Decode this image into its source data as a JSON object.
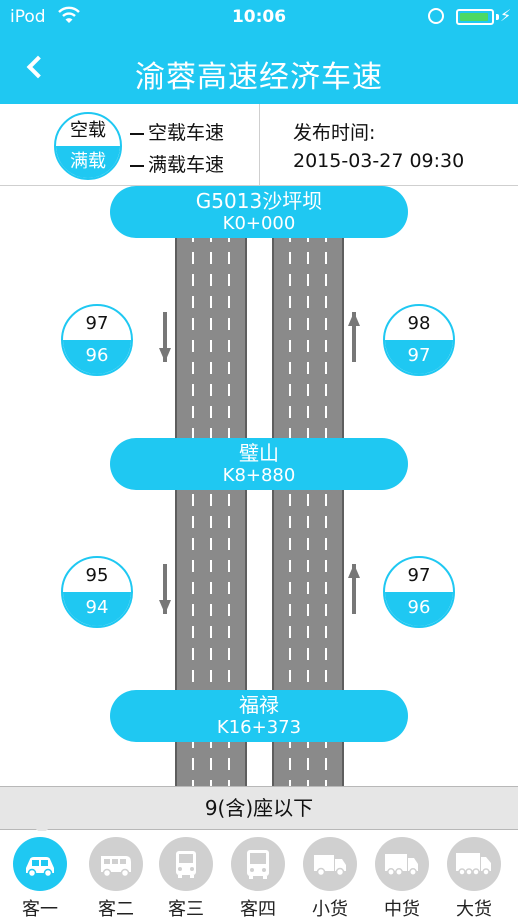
{
  "status_bar": {
    "device": "iPod",
    "time": "10:06"
  },
  "nav": {
    "title": "渝蓉高速经济车速"
  },
  "legend": {
    "badge_top": "空载",
    "badge_bottom": "满载",
    "empty_label": "空载车速",
    "full_label": "满载车速",
    "publish_label": "发布时间:",
    "publish_time": "2015-03-27 09:30"
  },
  "stations": [
    {
      "name": "G5013沙坪坝",
      "km": "K0+000"
    },
    {
      "name": "璧山",
      "km": "K8+880"
    },
    {
      "name": "福禄",
      "km": "K16+373"
    }
  ],
  "segments": [
    {
      "down": {
        "empty": "97",
        "full": "96"
      },
      "up": {
        "empty": "98",
        "full": "97"
      }
    },
    {
      "down": {
        "empty": "95",
        "full": "94"
      },
      "up": {
        "empty": "97",
        "full": "96"
      }
    }
  ],
  "seat_filter": "9(含)座以下",
  "tabs": [
    {
      "label": "客一",
      "icon": "car-icon",
      "active": true
    },
    {
      "label": "客二",
      "icon": "minibus-icon",
      "active": false
    },
    {
      "label": "客三",
      "icon": "bus-icon",
      "active": false
    },
    {
      "label": "客四",
      "icon": "coach-icon",
      "active": false
    },
    {
      "label": "小货",
      "icon": "small-truck-icon",
      "active": false
    },
    {
      "label": "中货",
      "icon": "medium-truck-icon",
      "active": false
    },
    {
      "label": "大货",
      "icon": "large-truck-icon",
      "active": false
    }
  ],
  "colors": {
    "accent": "#1fc8f2",
    "road": "#8a8a8a",
    "inactive_tab": "#d0d0d0"
  }
}
